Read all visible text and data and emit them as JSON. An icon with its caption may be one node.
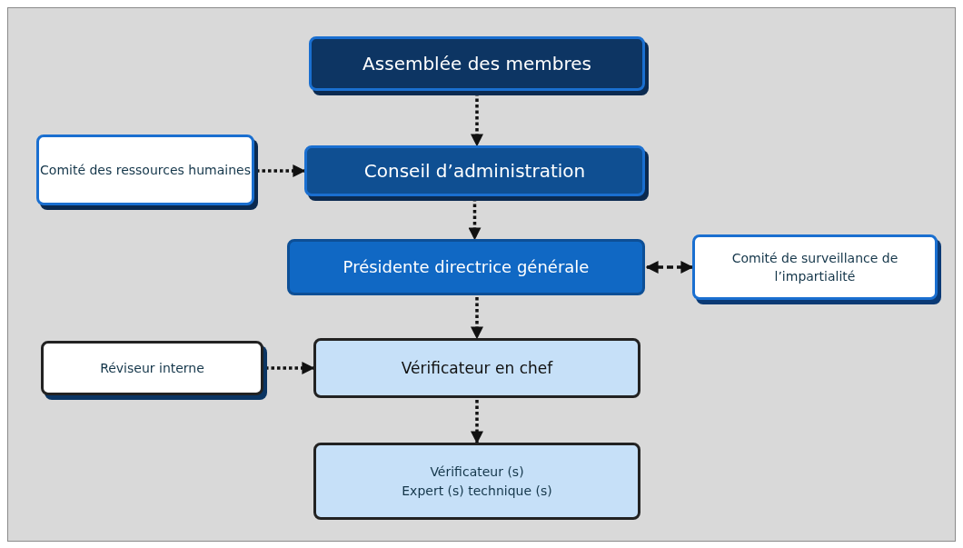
{
  "diagram": {
    "nodes": [
      {
        "text": [
          "Assemblée des membres"
        ]
      },
      {
        "text": [
          "Comité des ressources humaines"
        ]
      },
      {
        "text": [
          "Conseil d’administration"
        ]
      },
      {
        "text": [
          "Présidente directrice générale"
        ]
      },
      {
        "text": [
          "Comité de surveillance de l’impartialité"
        ]
      },
      {
        "text": [
          "Réviseur interne"
        ]
      },
      {
        "text": [
          "Vérificateur en chef"
        ]
      },
      {
        "text": [
          "Vérificateur (s)",
          "Expert (s) technique (s)"
        ]
      }
    ],
    "edges": [
      {
        "from": 0,
        "to": 2,
        "arrow": "to"
      },
      {
        "from": 1,
        "to": 2,
        "arrow": "to"
      },
      {
        "from": 2,
        "to": 3,
        "arrow": "to"
      },
      {
        "from": 3,
        "to": 4,
        "arrow": "both",
        "style": "dashed"
      },
      {
        "from": 3,
        "to": 6,
        "arrow": "to"
      },
      {
        "from": 5,
        "to": 6,
        "arrow": "to"
      },
      {
        "from": 6,
        "to": 7,
        "arrow": "to"
      }
    ]
  }
}
